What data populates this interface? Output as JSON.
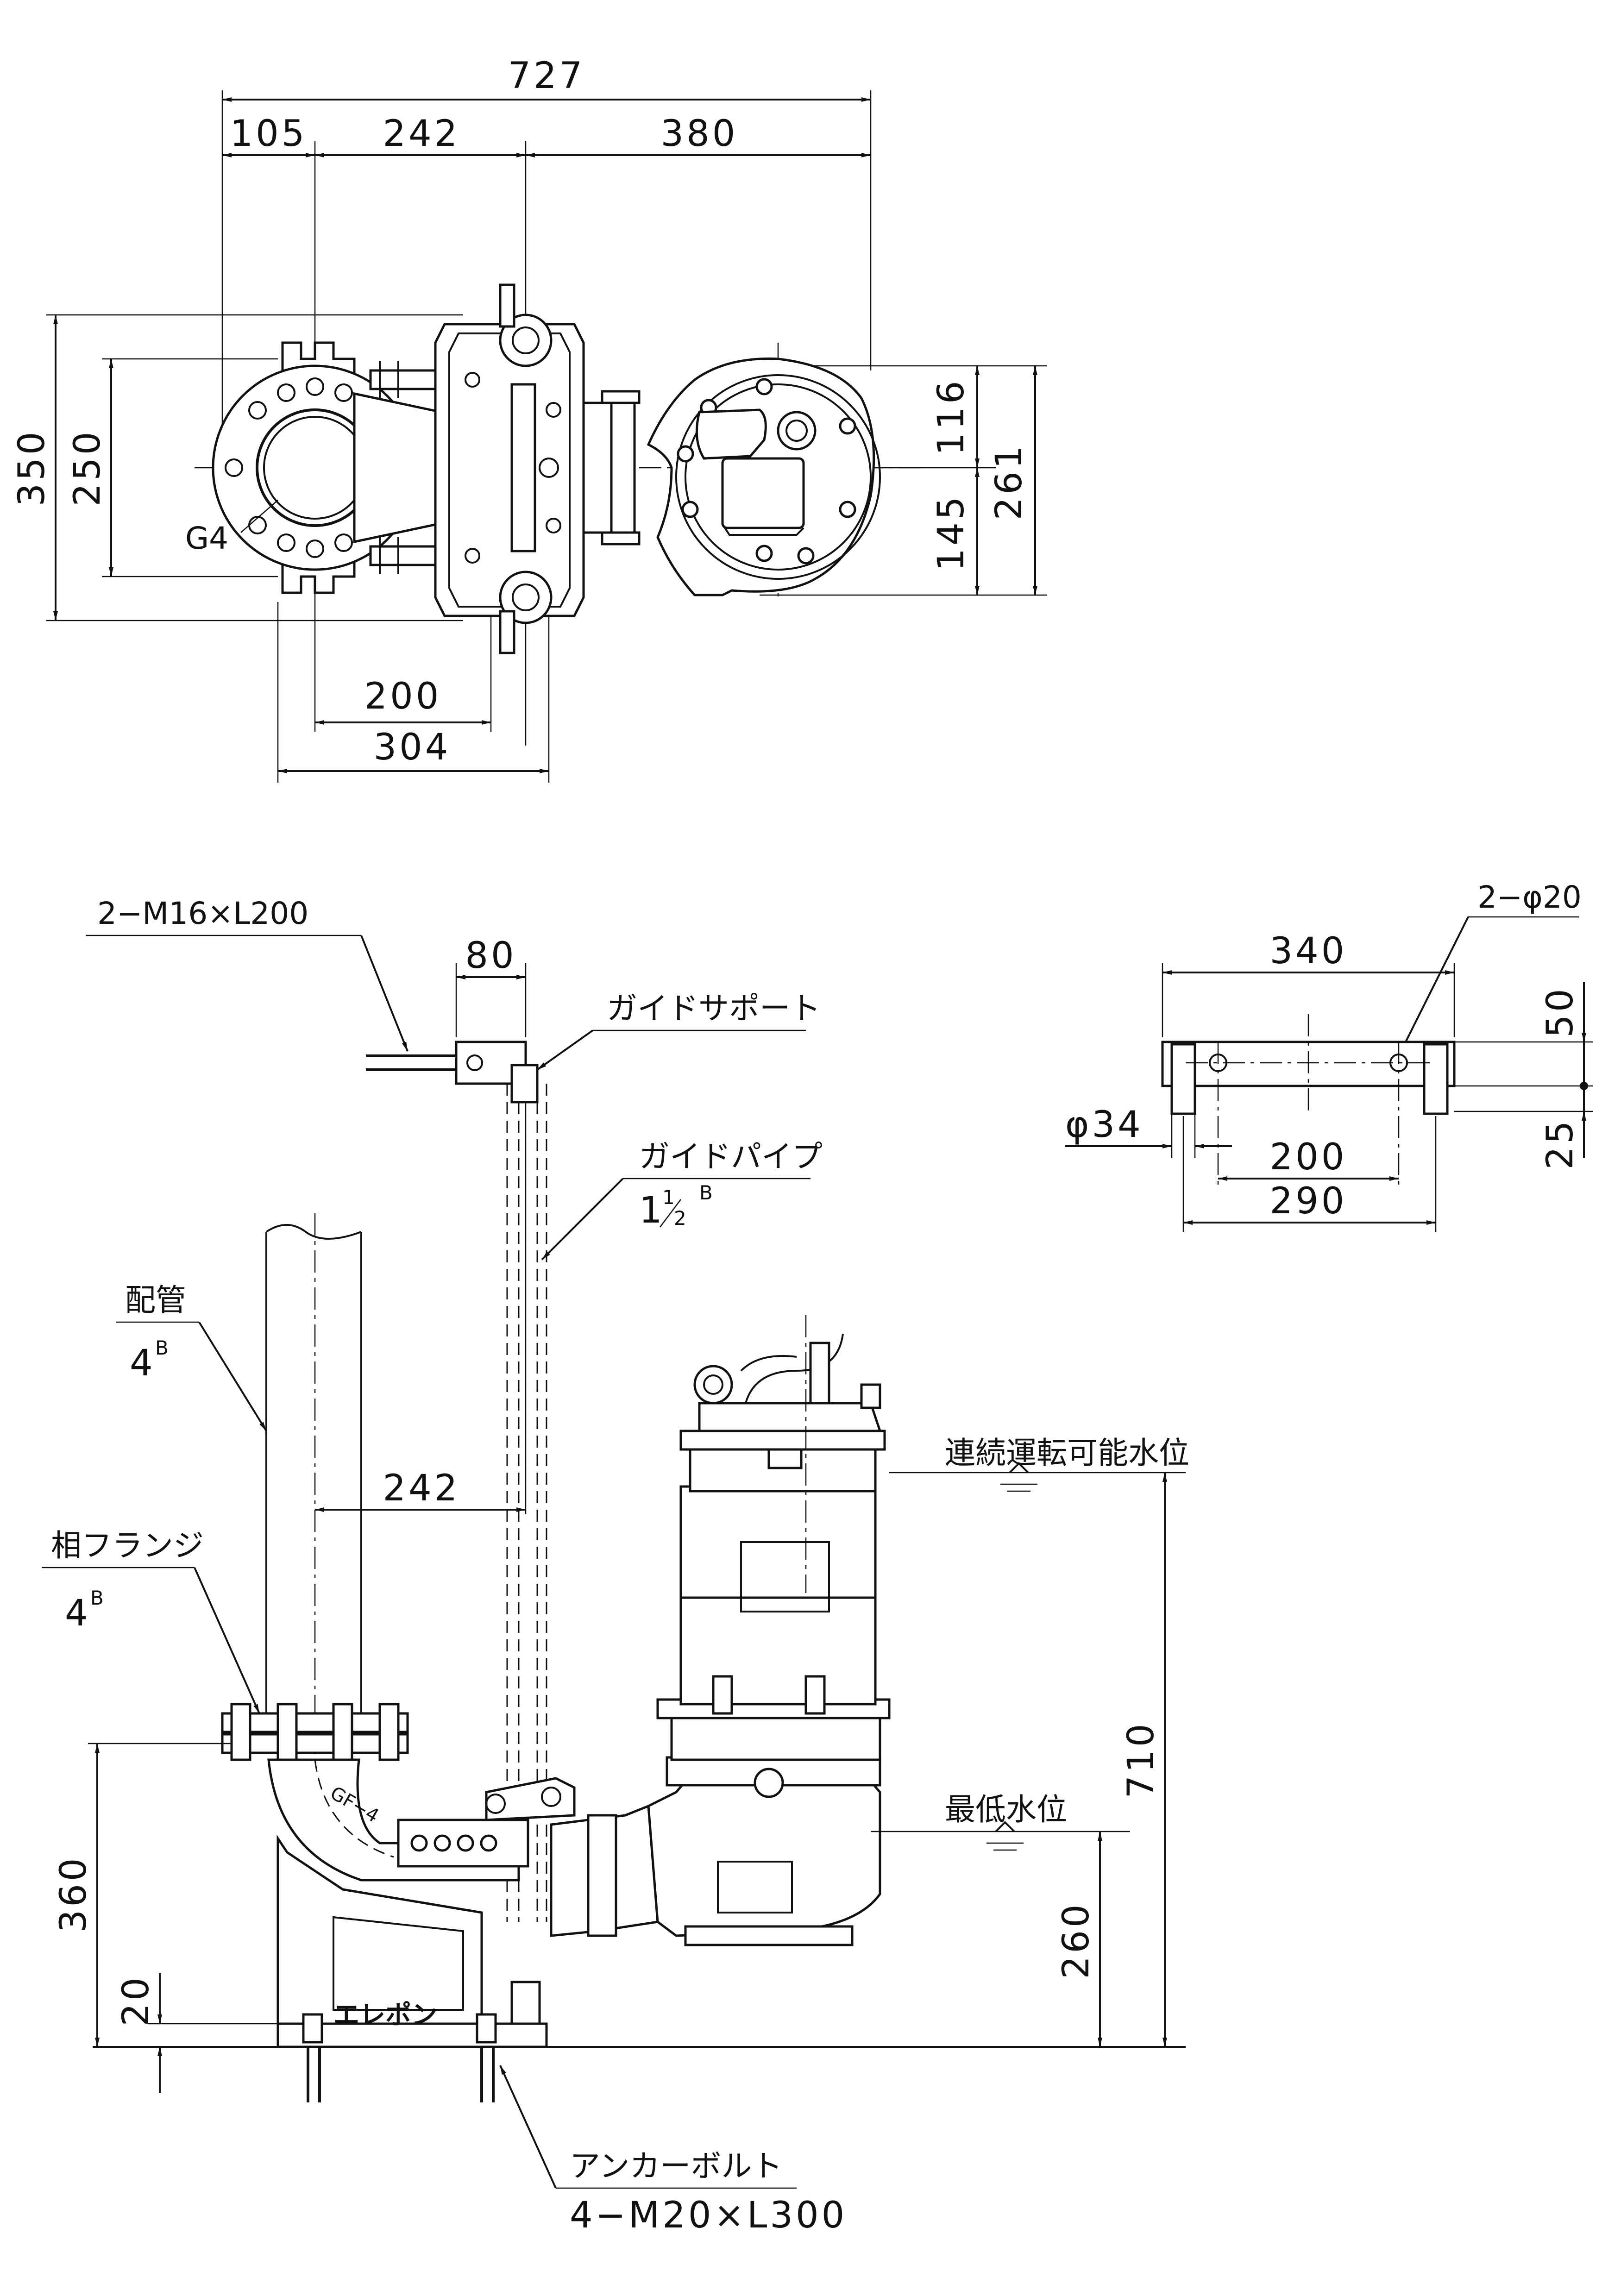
{
  "top_view": {
    "dims": {
      "overall_width": "727",
      "seg_1": "105",
      "seg_2": "242",
      "seg_3": "380",
      "height_total": "350",
      "height_inner": "250",
      "right_upper": "116",
      "right_lower": "145",
      "right_total": "261",
      "bottom_inner": "200",
      "bottom_outer": "304"
    },
    "flange_label": "G4"
  },
  "base_view": {
    "dims": {
      "width_340": "340",
      "hole_spacing": "200",
      "foot_width": "290",
      "hole_dia": "φ34",
      "height_50": "50",
      "height_25": "25"
    },
    "holes_label": "2−φ20"
  },
  "side_view": {
    "bolt_label": "2−M16×L200",
    "dim_80": "80",
    "guide_support": "ガイドサポート",
    "guide_pipe": "ガイドパイプ",
    "guide_pipe_size_main": "1",
    "guide_pipe_size_num": "1",
    "guide_pipe_size_den": "2",
    "guide_pipe_size_sup": "B",
    "piping": "配管",
    "piping_size": "4",
    "piping_size_sup": "B",
    "dim_242": "242",
    "companion_flange": "相フランジ",
    "companion_size": "4",
    "companion_size_sup": "B",
    "continuous_level": "連続運転可能水位",
    "min_level": "最低水位",
    "dim_710": "710",
    "dim_360": "360",
    "dim_260": "260",
    "dim_20": "20",
    "anchor_bolt": "アンカーボルト",
    "anchor_spec": "4−M20×L300",
    "gf_mark": "GF−4"
  }
}
